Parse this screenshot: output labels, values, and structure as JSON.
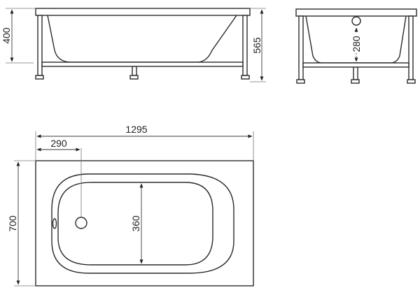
{
  "diagram": {
    "subject": "bathtub technical drawing",
    "views": {
      "side": {
        "dimensions": {
          "depth_inner": "400",
          "total_height": "565"
        }
      },
      "end": {
        "dimensions": {
          "drain_height": "280"
        }
      },
      "top": {
        "dimensions": {
          "total_length": "1295",
          "drain_offset": "290",
          "inner_width": "360",
          "total_width": "700"
        }
      }
    },
    "colors": {
      "line": "#2b2b2b",
      "background": "#ffffff"
    }
  }
}
